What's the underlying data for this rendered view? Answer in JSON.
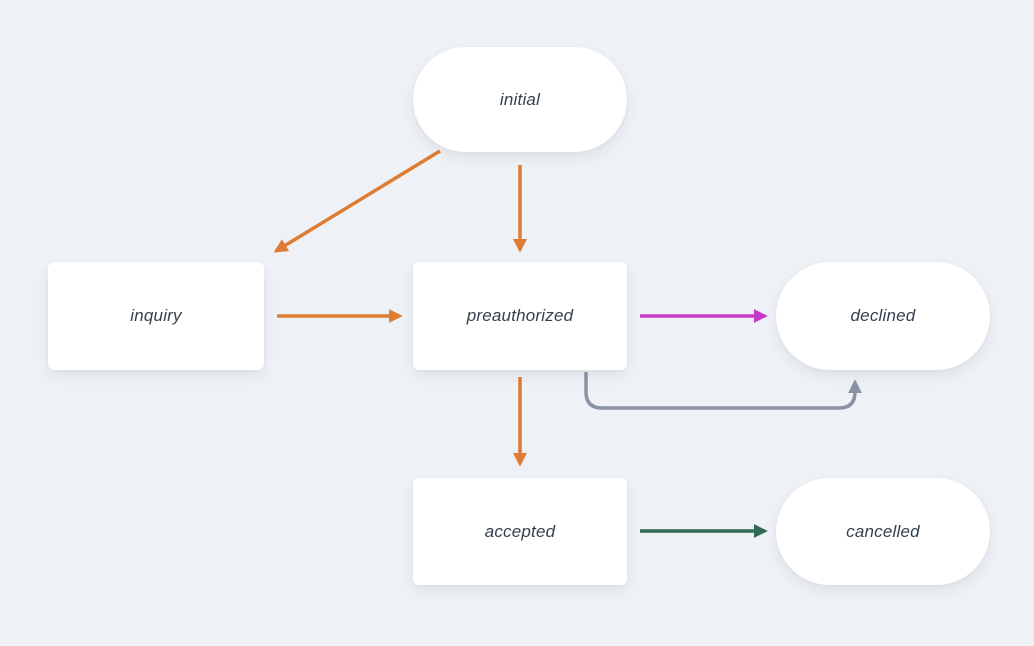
{
  "diagram": {
    "type": "state-machine-flowchart",
    "nodes": {
      "initial": {
        "label": "initial",
        "shape": "pill"
      },
      "inquiry": {
        "label": "inquiry",
        "shape": "rect"
      },
      "preauthorized": {
        "label": "preauthorized",
        "shape": "rect"
      },
      "declined": {
        "label": "declined",
        "shape": "pill"
      },
      "accepted": {
        "label": "accepted",
        "shape": "rect"
      },
      "cancelled": {
        "label": "cancelled",
        "shape": "pill"
      }
    },
    "edges": [
      {
        "from": "initial",
        "to": "inquiry",
        "color_name": "orange",
        "style": "straight"
      },
      {
        "from": "initial",
        "to": "preauthorized",
        "color_name": "orange",
        "style": "straight"
      },
      {
        "from": "inquiry",
        "to": "preauthorized",
        "color_name": "orange",
        "style": "straight"
      },
      {
        "from": "preauthorized",
        "to": "declined",
        "color_name": "magenta",
        "style": "straight"
      },
      {
        "from": "preauthorized",
        "to": "declined",
        "color_name": "gray",
        "style": "curved-under"
      },
      {
        "from": "preauthorized",
        "to": "accepted",
        "color_name": "orange",
        "style": "straight"
      },
      {
        "from": "accepted",
        "to": "cancelled",
        "color_name": "green",
        "style": "straight"
      }
    ],
    "colors": {
      "orange": "#DE7C33",
      "magenta": "#C43BCC",
      "gray": "#8A93A4",
      "green": "#2F6A53",
      "background": "#EEF1F5",
      "node_fill": "#FFFFFF",
      "text": "#33414E"
    }
  }
}
